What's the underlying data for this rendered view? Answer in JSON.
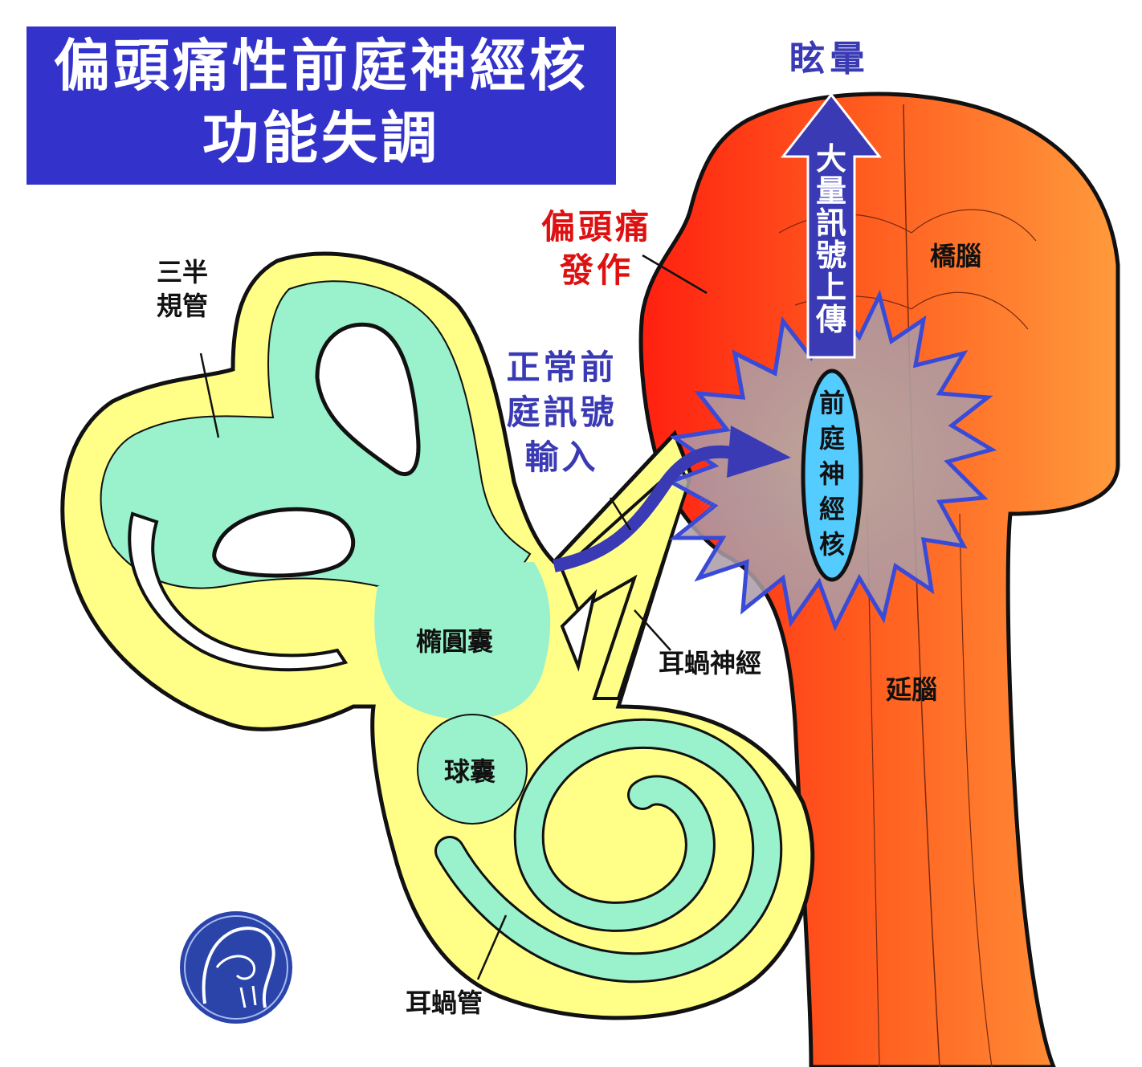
{
  "title": {
    "line1": "偏頭痛性前庭神經核",
    "line2": "功能失調"
  },
  "labels": {
    "dizziness": "眩暈",
    "pons": "橋腦",
    "medulla": "延腦",
    "migraine_attack_line1": "偏頭痛",
    "migraine_attack_line2": "發作",
    "normal_input_line1": "正常前",
    "normal_input_line2": "庭訊號",
    "normal_input_line3": "輸入",
    "semicircular_line1": "三半",
    "semicircular_line2": "規管",
    "utricle": "橢圓囊",
    "saccule": "球囊",
    "cochlear_nerve": "耳蝸神經",
    "cochlea": "耳蝸管",
    "massive_signal": [
      "大",
      "量",
      "訊",
      "號",
      "上",
      "傳"
    ],
    "vestibular_nucleus": [
      "前",
      "庭",
      "神",
      "經",
      "核"
    ]
  },
  "colors": {
    "title_bg": "#3333cc",
    "endolymph": "#99f2cc",
    "perilymph": "#ffff88",
    "brain_red": "#ff2a10",
    "brain_orange": "#ff8c30",
    "arrow_blue": "#3a3ab5",
    "nucleus_blue": "#55ccff",
    "label_red": "#dd1111"
  },
  "icons": {
    "logo": "head-profile-logo-icon"
  }
}
